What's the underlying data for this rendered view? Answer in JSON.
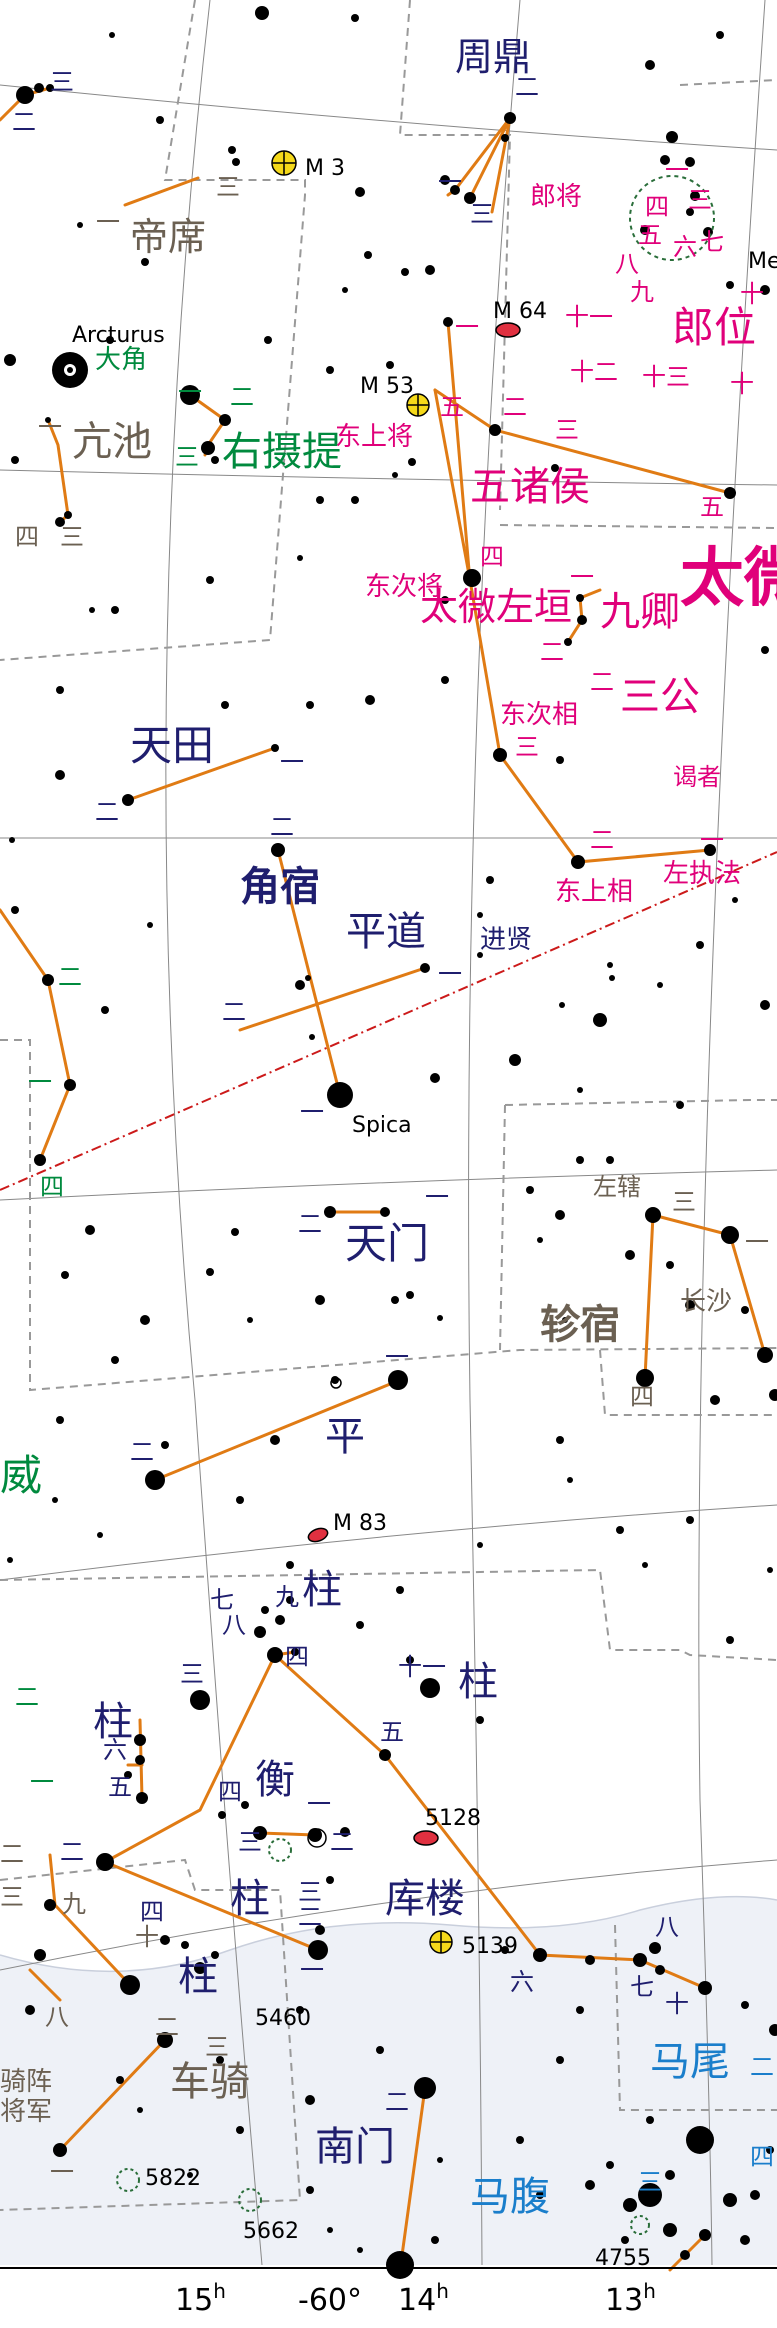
{
  "map": {
    "colors": {
      "line": "#e07b14",
      "star": "#000000",
      "blue": "#1f1e6e",
      "brown": "#6b6052",
      "green": "#008a3e",
      "magenta": "#e0007a",
      "cyan": "#1a7ecb",
      "ecliptic": "#cc1a1a",
      "milky_way": "#eef1f7"
    },
    "labels": {
      "zhouding": "周鼎",
      "dixi": "帝席",
      "arcturus": "Arcturus",
      "dajiao": "大角",
      "kangchi": "亢池",
      "youshe": "右摄提",
      "m3": "M 3",
      "m53": "M 53",
      "m64": "M 64",
      "m83": "M 83",
      "lang": "郎将",
      "langwei": "郎位",
      "me": "Me",
      "dongshang": "东上将",
      "wuzhu": "五诸侯",
      "taiwei": "太微垣",
      "dongci": "东次将",
      "jiuqing": "九卿",
      "taiweizuo": "太微左垣",
      "dongcixiang": "东次相",
      "sangong": "三公",
      "yezhe": "谒者",
      "tiantian": "天田",
      "dongshangxiang": "东上相",
      "zuozhifa": "左执法",
      "jiaoxiu": "角宿",
      "pingdao": "平道",
      "jinxian": "进贤",
      "spica": "Spica",
      "tianmen": "天门",
      "zuoxia": "左辖",
      "zhenxiu": "轸宿",
      "changsha": "长沙",
      "ping": "平",
      "wei": "威",
      "zhu1": "柱",
      "zhu2": "柱",
      "zhu3": "柱",
      "zhu4": "柱",
      "zhu5": "柱",
      "heng": "衡",
      "kulou": "库楼",
      "n5128": "5128",
      "n5139": "5139",
      "n5460": "5460",
      "n5822": "5822",
      "n5662": "5662",
      "n4755": "4755",
      "cheqi": "车骑",
      "nanmen": "南门",
      "mafu": "马腹",
      "mawei": "马尾",
      "qizhen": "骑阵",
      "jiangjun": "将军"
    },
    "numerals": {
      "yi": "一",
      "er": "二",
      "san": "三",
      "si": "四",
      "wu": "五",
      "liu": "六",
      "qi": "七",
      "ba": "八",
      "jiu": "九",
      "shi": "十",
      "shiyi": "十一",
      "shier": "十二",
      "shisan": "十三"
    },
    "axis": {
      "ra_15": "15",
      "ra_14": "14",
      "ra_13": "13",
      "h": "h",
      "dec": "-60°"
    }
  }
}
